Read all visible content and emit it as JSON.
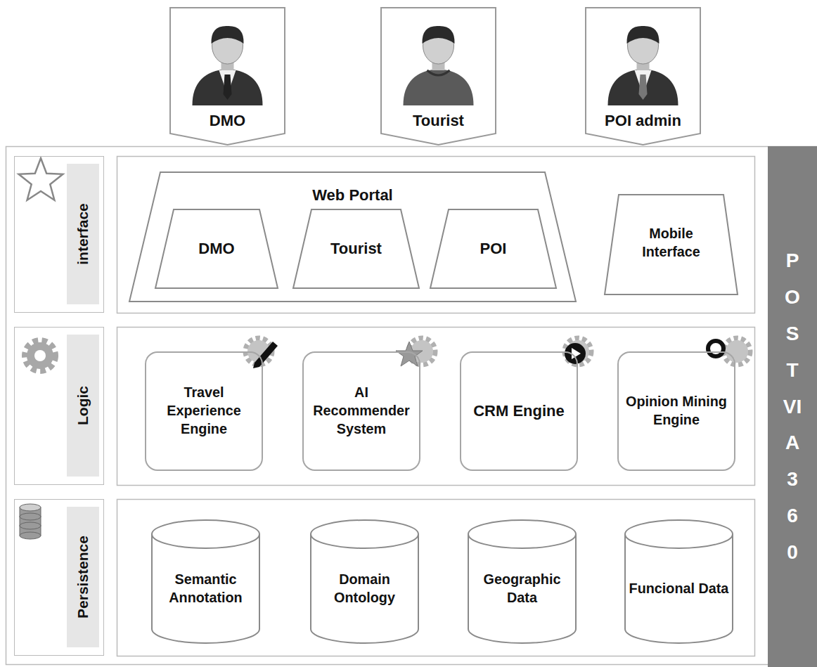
{
  "diagram": {
    "nodes": [
      {
        "text": [
          "DMO"
        ]
      },
      {
        "text": [
          "Tourist"
        ]
      },
      {
        "text": [
          "POI admin"
        ]
      },
      {
        "text": [
          "interface"
        ]
      },
      {
        "text": [
          "Web Portal"
        ]
      },
      {
        "text": [
          "DMO"
        ],
        "in": 4
      },
      {
        "text": [
          "Tourist"
        ],
        "in": 4
      },
      {
        "text": [
          "POI"
        ],
        "in": 4
      },
      {
        "text": [
          "Mobile Interface"
        ]
      },
      {
        "text": [
          "Logic"
        ]
      },
      {
        "text": [
          "Travel Experience Engine"
        ]
      },
      {
        "text": [
          "AI Recommender System"
        ]
      },
      {
        "text": [
          "CRM Engine"
        ]
      },
      {
        "text": [
          "Opinion Mining Engine"
        ]
      },
      {
        "text": [
          "Persistence"
        ]
      },
      {
        "text": [
          "Semantic Annotation"
        ]
      },
      {
        "text": [
          "Domain Ontology"
        ]
      },
      {
        "text": [
          "Geographic Data"
        ]
      },
      {
        "text": [
          "Funcional Data"
        ]
      },
      {
        "text": [
          "POSTVIA 360"
        ]
      }
    ]
  }
}
